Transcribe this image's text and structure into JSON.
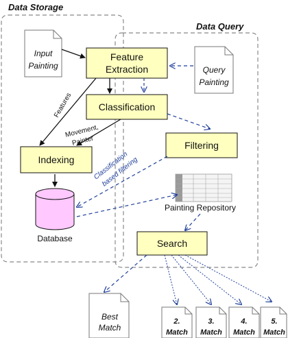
{
  "regions": {
    "storage_title": "Data Storage",
    "query_title": "Data Query"
  },
  "documents": {
    "input_painting": [
      "Input",
      "Painting"
    ],
    "query_painting": [
      "Query",
      "Painting"
    ],
    "best_match": [
      "Best",
      "Match"
    ],
    "matches": [
      [
        "2.",
        "Match"
      ],
      [
        "3.",
        "Match"
      ],
      [
        "4.",
        "Match"
      ],
      [
        "5.",
        "Match"
      ]
    ]
  },
  "boxes": {
    "feature_extraction": [
      "Feature",
      "Extraction"
    ],
    "classification": "Classification",
    "filtering": "Filtering",
    "indexing": "Indexing",
    "search": "Search"
  },
  "edge_labels": {
    "features": "Features",
    "movement_painter": [
      "Movement,",
      "Painter"
    ],
    "classification_filtering": [
      "Classification",
      "based filtering"
    ]
  },
  "database_label": "Database",
  "repository_label": "Painting Repository",
  "colors": {
    "box_fill": "#ffffc0",
    "db_fill": "#ffc8ff",
    "dashed_arrow": "#1f3f9a",
    "region_border": "#888888"
  }
}
